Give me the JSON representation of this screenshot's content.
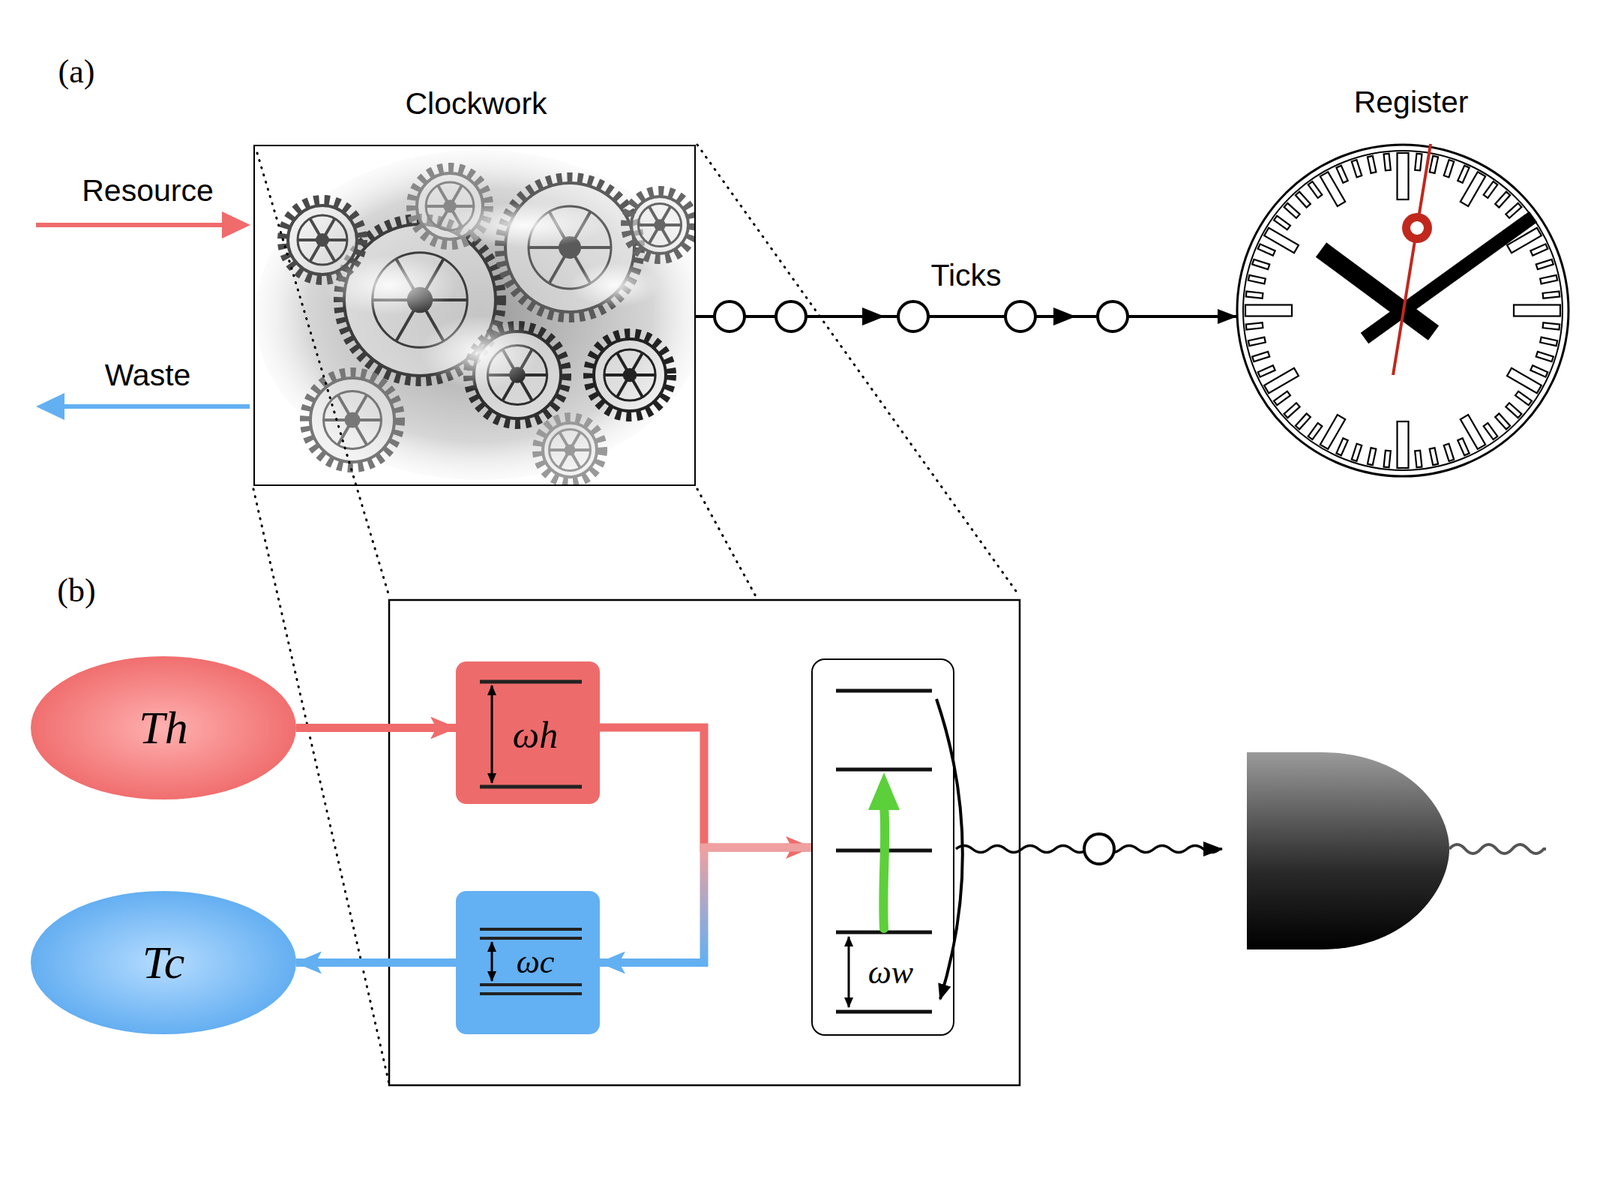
{
  "diagram": {
    "nodes": [
      {
        "text": [
          "Clockwork"
        ]
      },
      {
        "text": [
          "Register"
        ]
      },
      {
        "text": [
          "Th"
        ]
      },
      {
        "text": [
          "ωh"
        ]
      },
      {
        "text": [
          "ωw"
        ]
      },
      {
        "text": [
          "Tc"
        ]
      },
      {
        "text": [
          "ωc"
        ]
      }
    ],
    "edges": [
      {
        "from": 0,
        "to": 1,
        "arrow": "to",
        "label": "Ticks"
      },
      {
        "from": 2,
        "to": 3,
        "arrow": "to"
      },
      {
        "from": 3,
        "to": 4,
        "arrow": "to"
      },
      {
        "from": 4,
        "to": 6,
        "arrow": "to"
      },
      {
        "from": 6,
        "to": 5,
        "arrow": "to"
      }
    ],
    "labels": [
      "(a)",
      "Resource",
      "Waste",
      "(b)"
    ]
  }
}
